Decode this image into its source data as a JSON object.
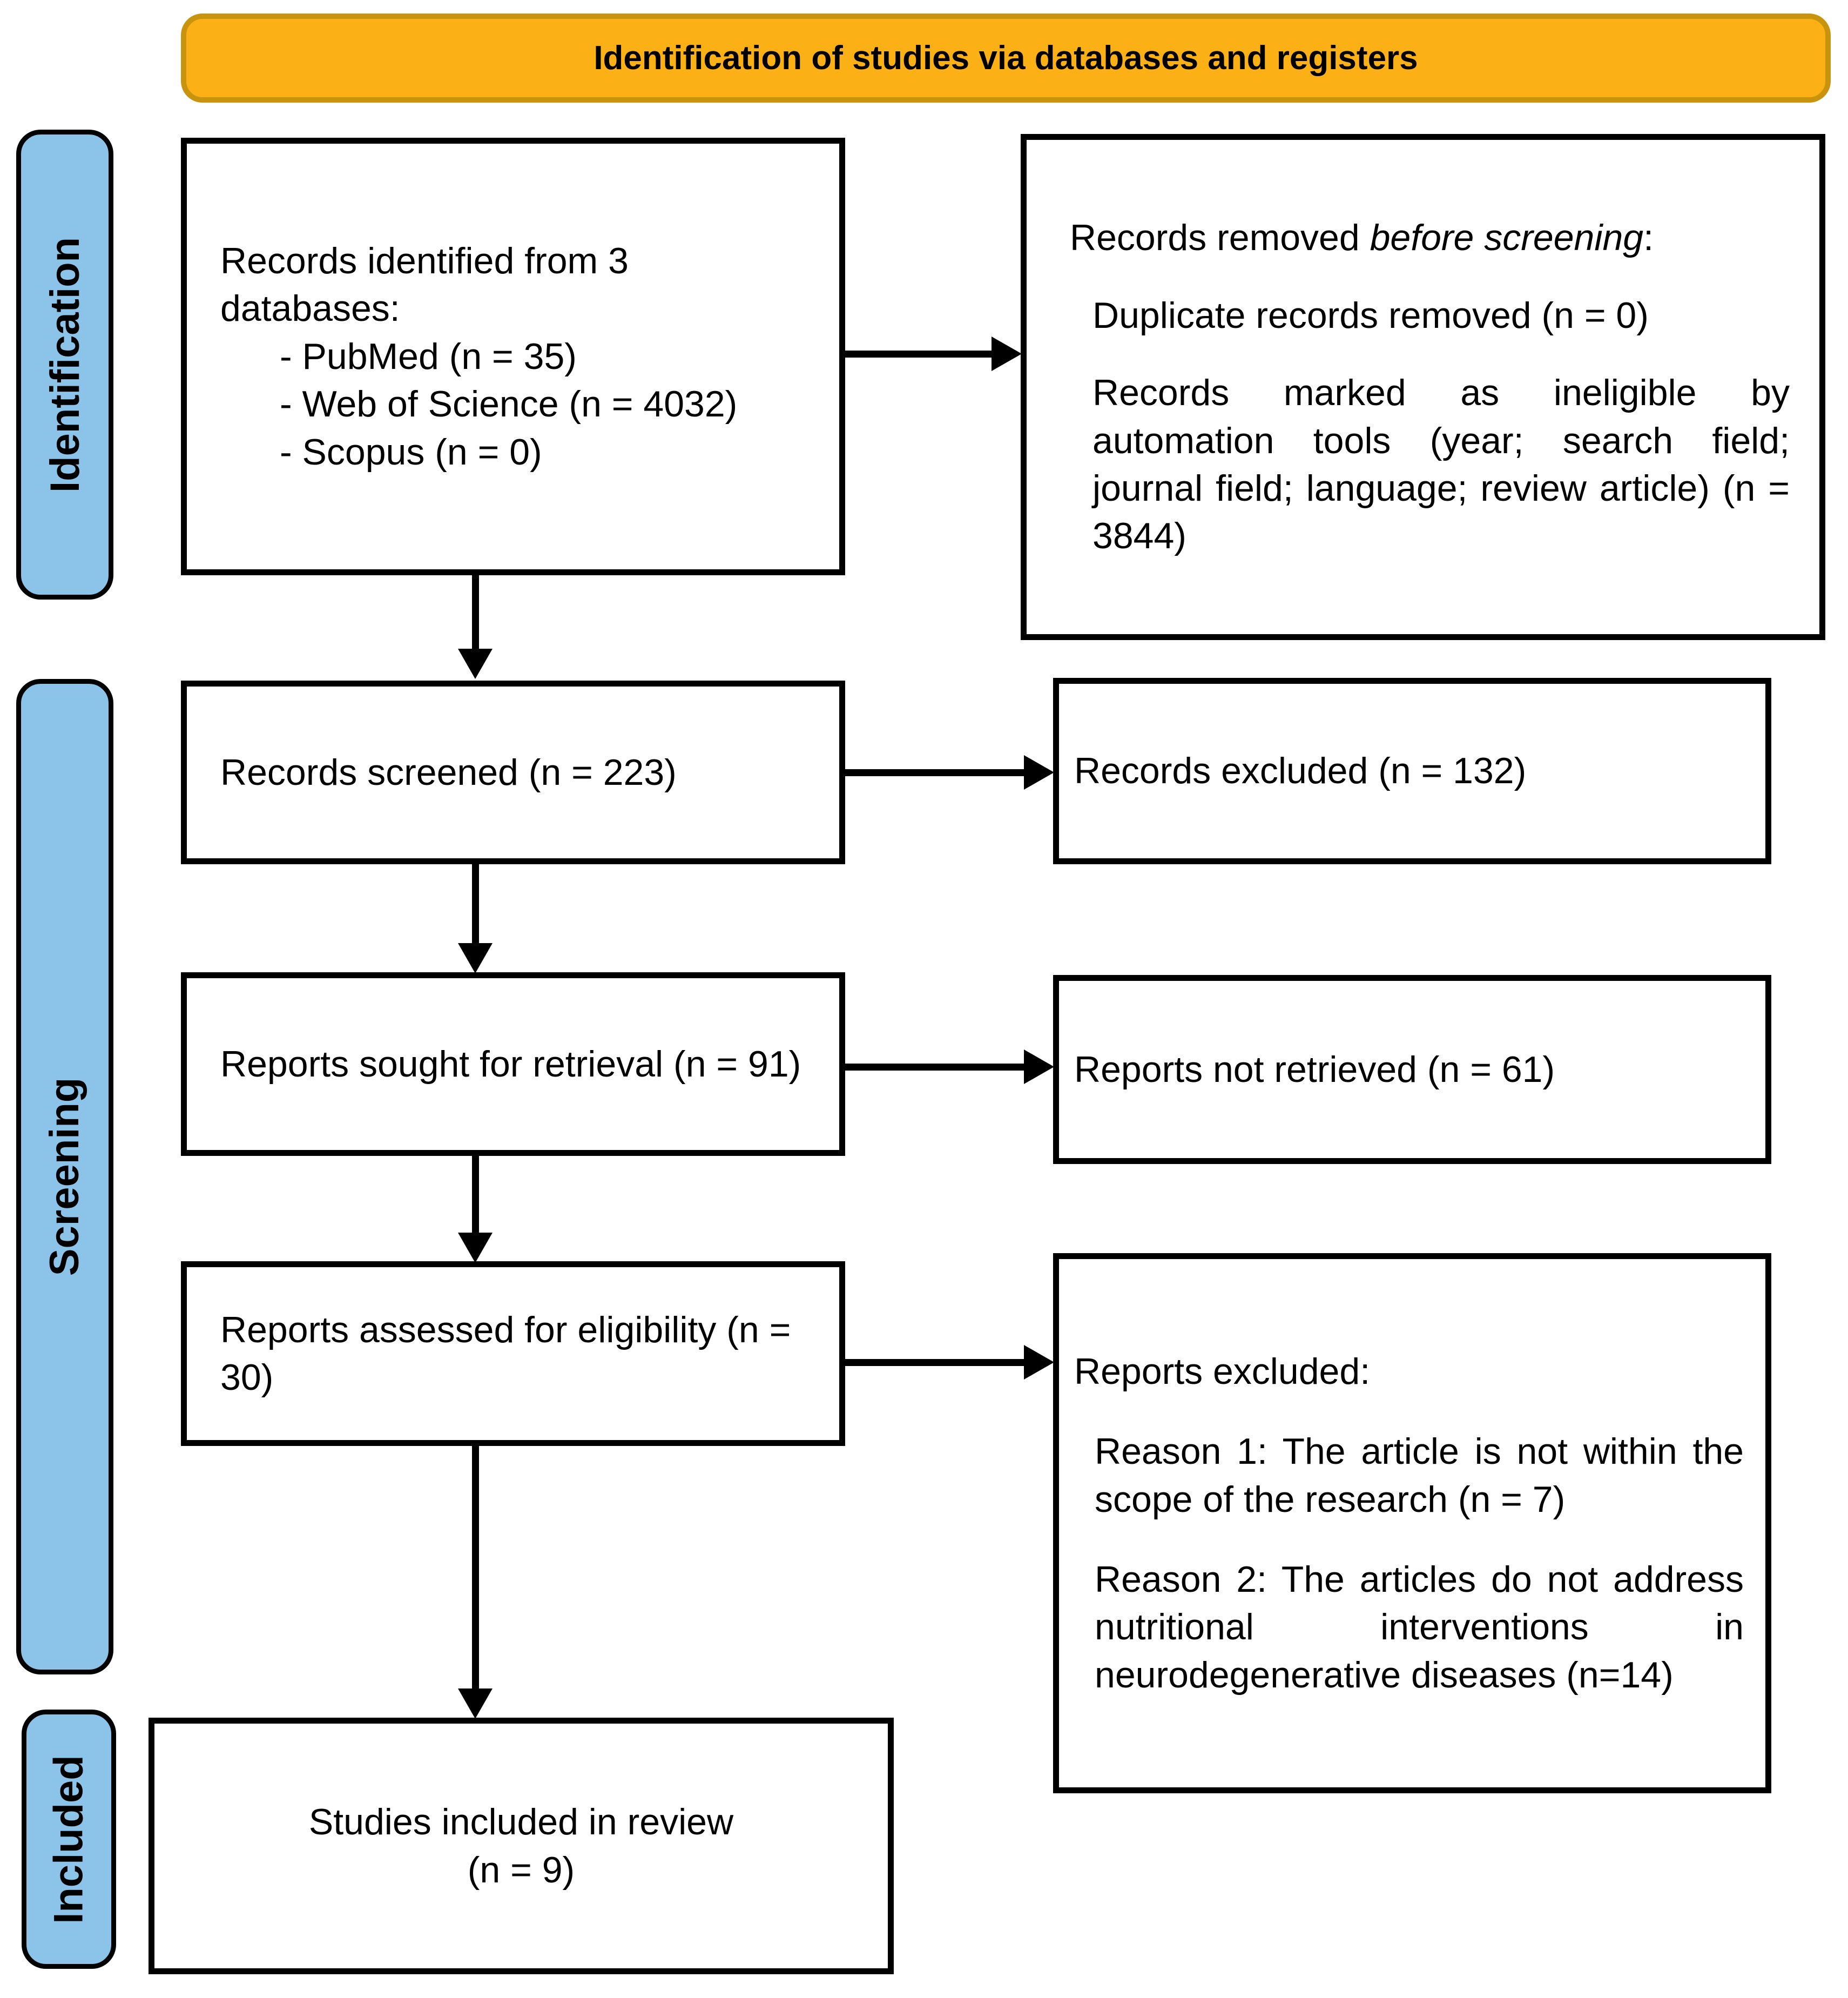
{
  "header": {
    "title": "Identification of studies via databases and registers"
  },
  "stages": {
    "identification": "Identification",
    "screening": "Screening",
    "included": "Included"
  },
  "boxes": {
    "records_identified": {
      "intro": "Records identified from 3 databases:",
      "items": [
        "- PubMed (n = 35)",
        "- Web of Science (n = 4032)",
        "- Scopus (n = 0)"
      ]
    },
    "records_removed": {
      "heading_pre": "Records removed ",
      "heading_italic": "before screening",
      "heading_post": ":",
      "paragraphs": [
        "Duplicate records removed (n = 0)",
        "Records marked as ineligible by automation tools (year; search field; journal field; language; review article) (n = 3844)"
      ]
    },
    "records_screened": {
      "text": "Records screened (n = 223)"
    },
    "records_excluded": {
      "text": "Records excluded (n = 132)"
    },
    "reports_sought": {
      "text": "Reports sought for retrieval (n = 91)"
    },
    "reports_not_retrieved": {
      "text": "Reports not retrieved (n = 61)"
    },
    "reports_assessed": {
      "text": "Reports assessed for eligibility (n = 30)"
    },
    "reports_excluded": {
      "heading": "Reports excluded:",
      "reasons": [
        "Reason 1: The article is not within the scope of the research (n = 7)",
        "Reason 2: The articles do not address nutritional interventions in neurodegenerative diseases (n=14)"
      ]
    },
    "studies_included": {
      "line1": "Studies included in review",
      "line2": "(n = 9)"
    }
  },
  "colors": {
    "banner_fill": "#FBB116",
    "banner_border": "#C9940D",
    "stage_fill": "#8CC3E8",
    "box_border": "#000000",
    "arrow": "#000000"
  }
}
